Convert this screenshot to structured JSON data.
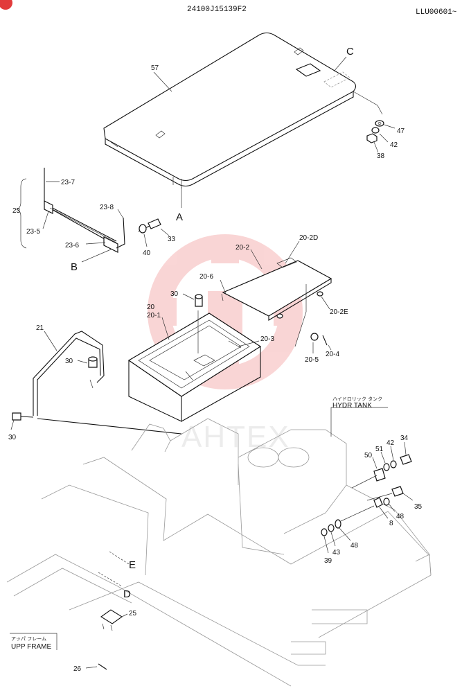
{
  "header": {
    "drawing_no": "24100J15139F2",
    "serial": "LLU00601~"
  },
  "watermark": {
    "text": "AHTEX",
    "color": "#f2b8b8"
  },
  "callouts": {
    "p57": "57",
    "C": "C",
    "p47": "47",
    "p42a": "42",
    "p38": "38",
    "A": "A",
    "p23_7": "23-7",
    "p23": "23",
    "p23_8": "23-8",
    "p23_5": "23-5",
    "p33": "33",
    "p23_6": "23-6",
    "p40": "40",
    "B": "B",
    "p20_2": "20-2",
    "p20_2D": "20-2D",
    "p20_6": "20-6",
    "p30a": "30",
    "p20": "20",
    "p20_1": "20-1",
    "p20_2E": "20-2E",
    "p20_3": "20-3",
    "p20_5": "20-5",
    "p20_4": "20-4",
    "p21": "21",
    "p30b": "30",
    "p30c": "30",
    "p50": "50",
    "p51": "51",
    "p42b": "42",
    "p34": "34",
    "p35": "35",
    "p48a": "48",
    "p8": "8",
    "p48b": "48",
    "p43": "43",
    "p39": "39",
    "E": "E",
    "D": "D",
    "p25": "25",
    "p26": "26"
  },
  "notes": {
    "hydr_tank_jp": "ハイドロリック タンク",
    "hydr_tank": "HYDR TANK",
    "upp_frame_jp": "アッパ フレーム",
    "upp_frame": "UPP FRAME"
  }
}
